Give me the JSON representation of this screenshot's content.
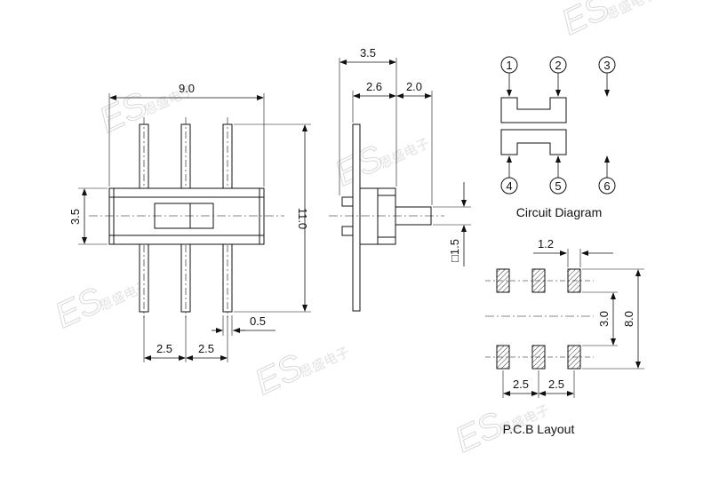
{
  "watermark": {
    "logo_text": "ES",
    "chinese_text": "恩盛电子"
  },
  "front_view": {
    "width": "9.0",
    "height": "3.5",
    "pin_length": "11.0",
    "pin_width": "0.5",
    "pitch_left": "2.5",
    "pitch_right": "2.5"
  },
  "side_view": {
    "width_total": "3.5",
    "body_depth": "2.6",
    "actuator_length": "2.0",
    "actuator_square": "□1.5"
  },
  "circuit_diagram": {
    "caption": "Circuit Diagram",
    "pins_top": [
      "1",
      "2",
      "3"
    ],
    "pins_bottom": [
      "4",
      "5",
      "6"
    ]
  },
  "pcb_layout": {
    "caption": "P.C.B Layout",
    "pad_width": "1.2",
    "row_gap": "3.0",
    "overall_height": "8.0",
    "pitch_left": "2.5",
    "pitch_right": "2.5"
  }
}
